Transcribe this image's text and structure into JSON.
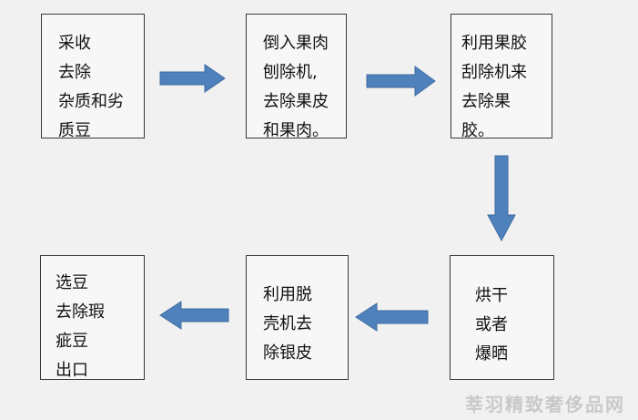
{
  "colors": {
    "arrow_fill": "#4f81bd",
    "arrow_stroke": "#3e6c9f",
    "box_border": "#3a3a3a",
    "background": "#f1f1f1"
  },
  "steps": [
    {
      "lines": [
        "采收",
        "去除",
        "杂质和劣",
        "质豆"
      ]
    },
    {
      "lines": [
        "倒入果肉",
        "刨除机,",
        "去除果皮",
        "和果肉。"
      ]
    },
    {
      "lines": [
        "利用果胶",
        "刮除机来",
        "去除果",
        "胶。"
      ]
    },
    {
      "lines": [
        "烘干",
        "或者",
        "爆晒"
      ]
    },
    {
      "lines": [
        "利用脱",
        "壳机去",
        "除银皮"
      ]
    },
    {
      "lines": [
        "选豆",
        "去除瑕",
        "疵豆",
        "出口"
      ]
    }
  ],
  "arrows": [
    {
      "direction": "right"
    },
    {
      "direction": "right"
    },
    {
      "direction": "down"
    },
    {
      "direction": "left"
    },
    {
      "direction": "left"
    }
  ],
  "watermark": "莘羽精致奢侈品网"
}
